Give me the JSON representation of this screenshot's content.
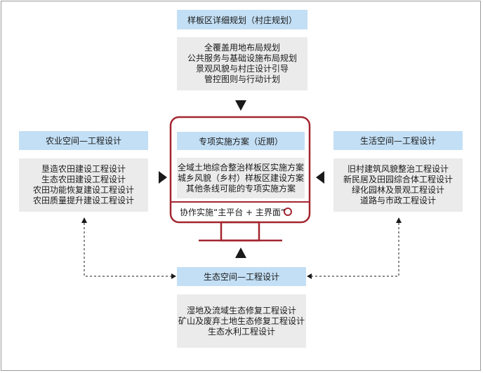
{
  "top": {
    "header": "样板区详细规划（村庄规划）",
    "items": [
      "全覆盖用地布局规划",
      "公共服务与基础设施布局规划",
      "景观风貌与村庄设计引导",
      "管控图则与行动计划"
    ]
  },
  "center": {
    "header": "专项实施方案（近期）",
    "items": [
      "全域土地综合整治样板区实施方案",
      "城乡风貌（乡村）样板区建设方案",
      "其他条线可能的专项实施方案"
    ],
    "footer": "协作实施“主平台 + 主界面”"
  },
  "left": {
    "header": "农业空间—工程设计",
    "items": [
      "垦造农田建设工程设计",
      "生态农田建设工程设计",
      "农田功能恢复建设工程设计",
      "农田质量提升建设工程设计"
    ]
  },
  "right": {
    "header": "生活空间—工程设计",
    "items": [
      "旧村建筑风貌整治工程设计",
      "新民居及田园综合体工程设计",
      "绿化园林及景观工程设计",
      "道路与市政工程设计"
    ]
  },
  "bottom": {
    "header": "生态空间—工程设计",
    "items": [
      "湿地及流域生态修复工程设计",
      "矿山及废弃土地生态修复工程设计",
      "生态水利工程设计"
    ]
  },
  "colors": {
    "header_bg": "#c3dff5",
    "body_bg": "#ebebeb",
    "monitor": "#a3262f",
    "arrow": "#1a1a1a"
  }
}
